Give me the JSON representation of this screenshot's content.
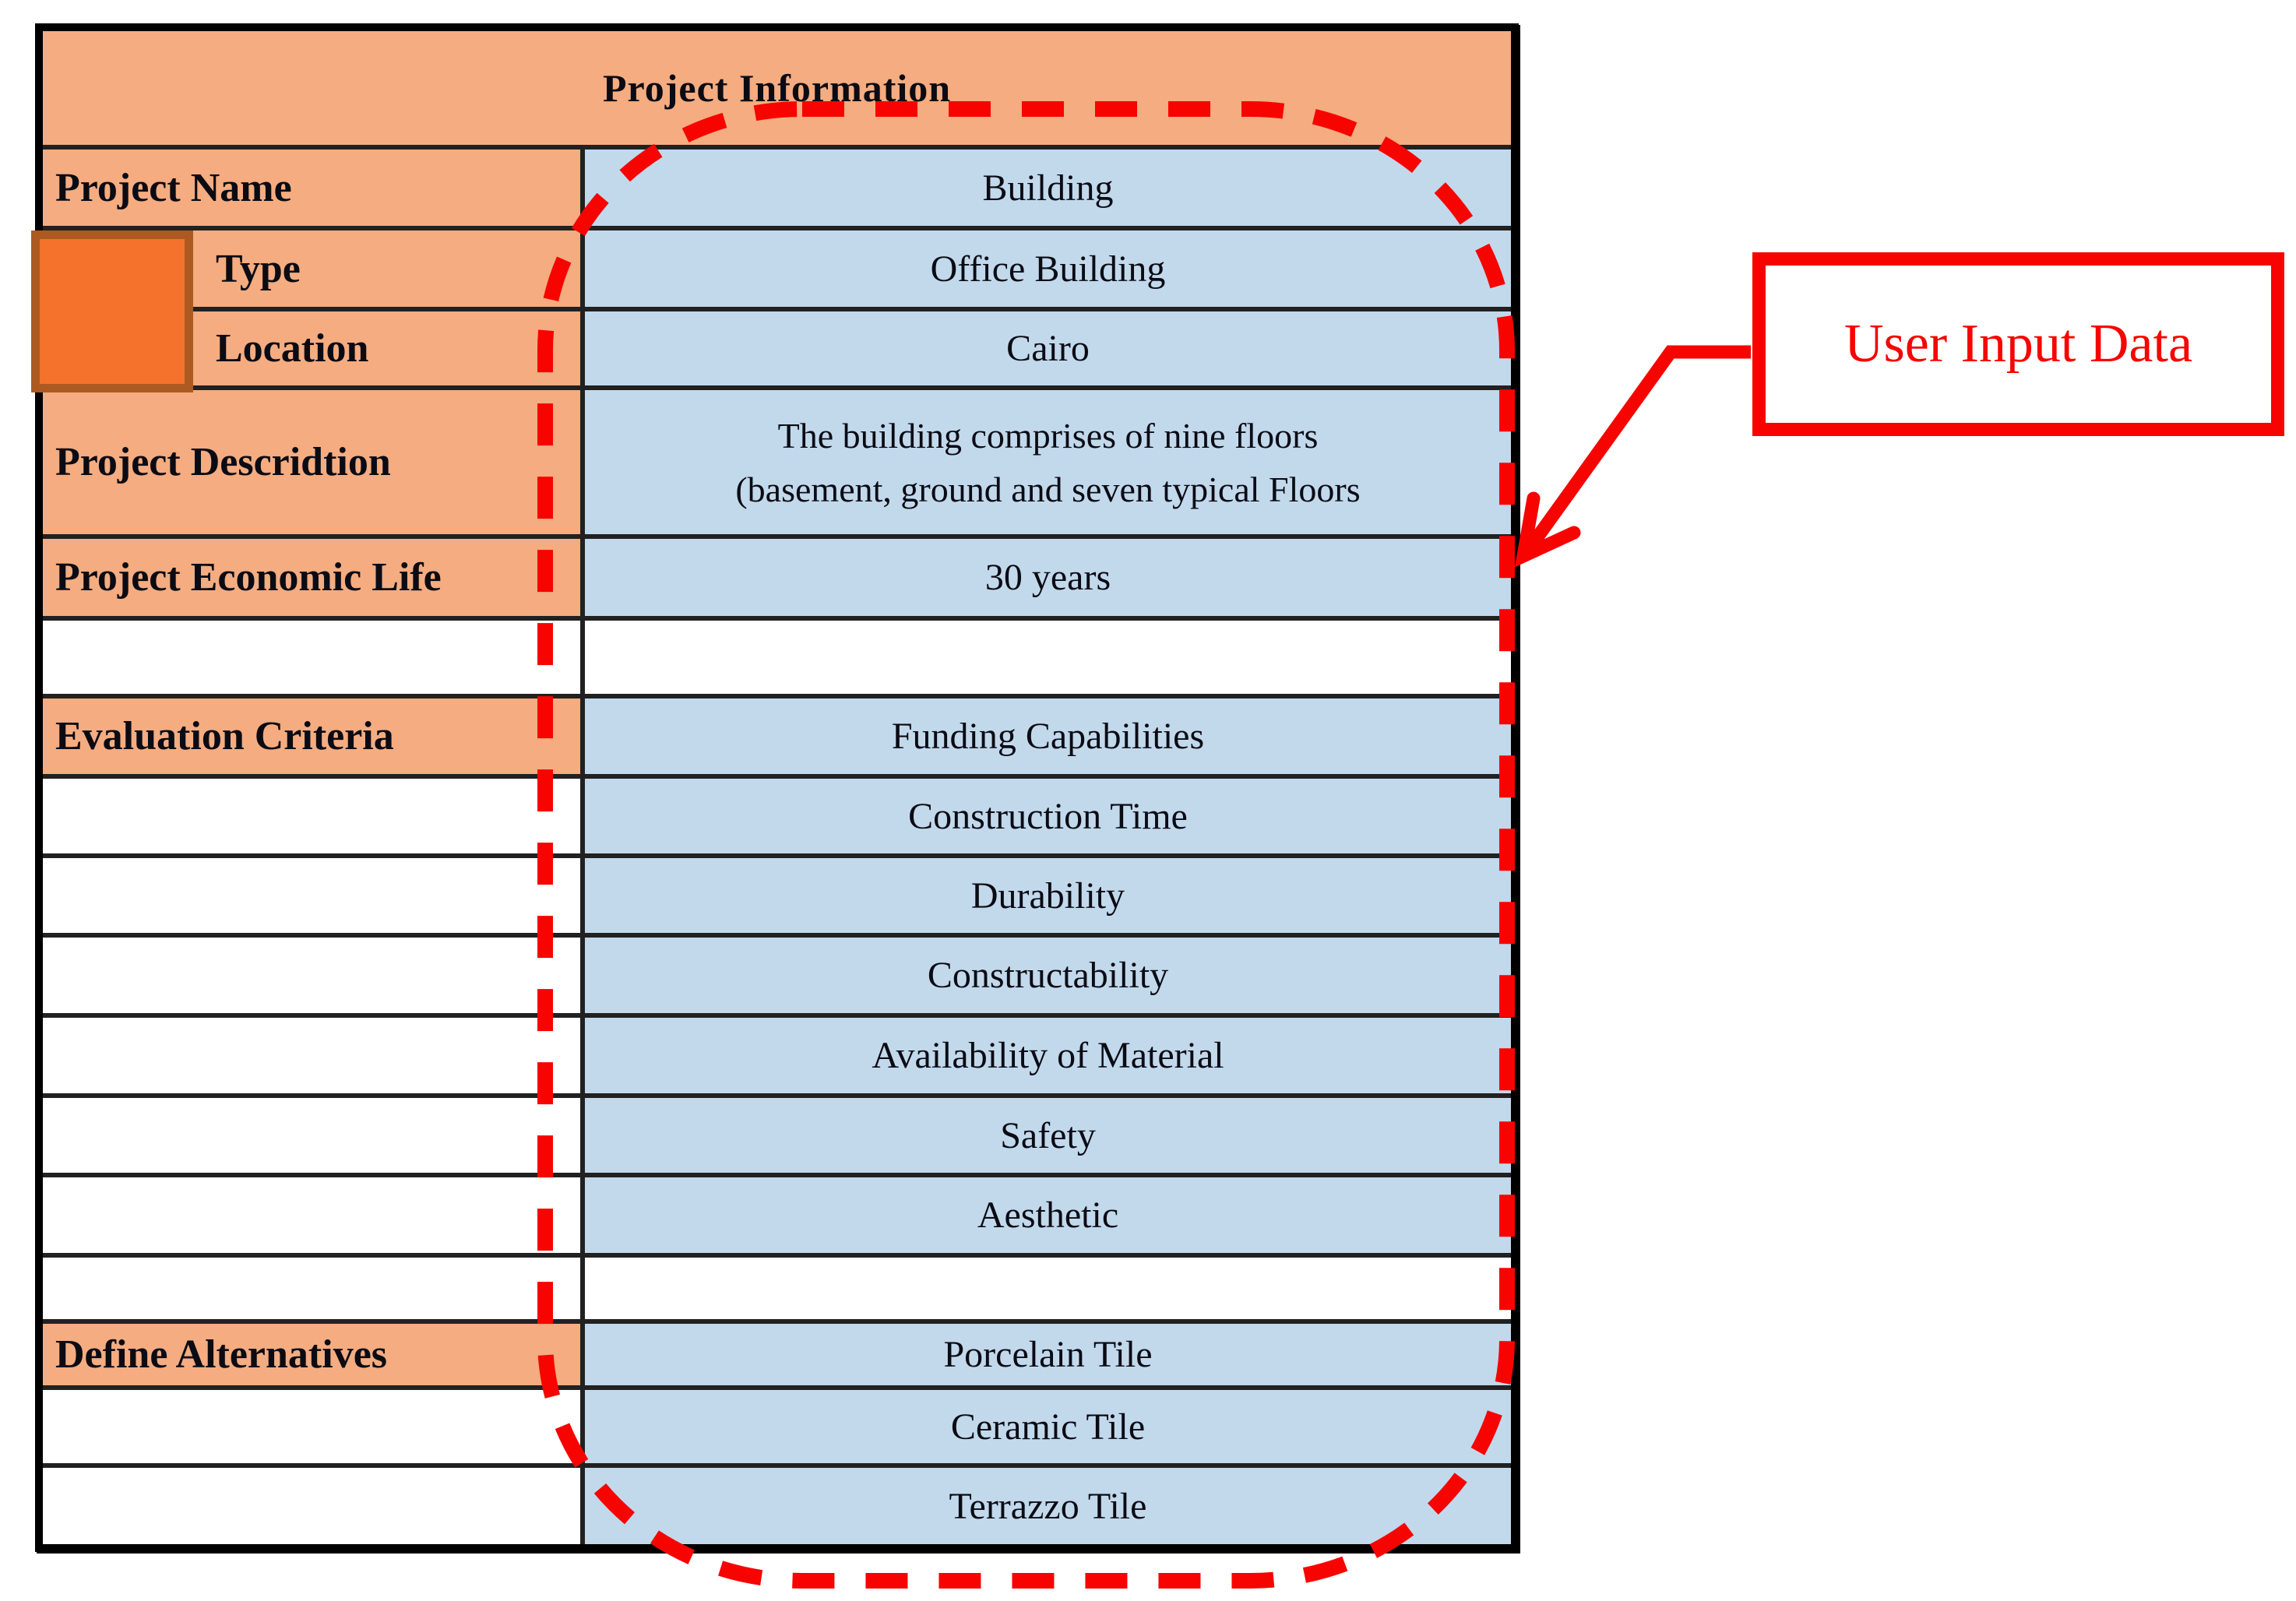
{
  "colors": {
    "header-orange": "#F4AC80",
    "input-blue": "#C2D9EC",
    "annotation-red": "#F70400",
    "square-fill": "#F4722B",
    "square-border": "#AC5A21",
    "grid-line": "#212121",
    "text": "#0B0B14"
  },
  "table": {
    "title": "Project Information"
  },
  "project_info": {
    "name_label": "Project Name",
    "name_value": "Building",
    "type_label": "Type",
    "type_value": "Office Building",
    "location_label": "Location",
    "location_value": "Cairo",
    "description_label": "Project Descridtion",
    "description_value_line1": "The building comprises of nine floors",
    "description_value_line2": "(basement, ground and seven typical Floors",
    "economic_life_label": "Project Economic Life",
    "economic_life_value": "30 years"
  },
  "evaluation_criteria": {
    "label": "Evaluation Criteria",
    "items": [
      "Funding Capabilities",
      "Construction Time",
      "Durability",
      "Constructability",
      "Availability of Material",
      "Safety",
      "Aesthetic"
    ]
  },
  "alternatives": {
    "label": "Define Alternatives",
    "items": [
      "Porcelain Tile",
      "Ceramic Tile",
      "Terrazzo Tile"
    ]
  },
  "annotation": {
    "callout_label": "User Input Data"
  }
}
